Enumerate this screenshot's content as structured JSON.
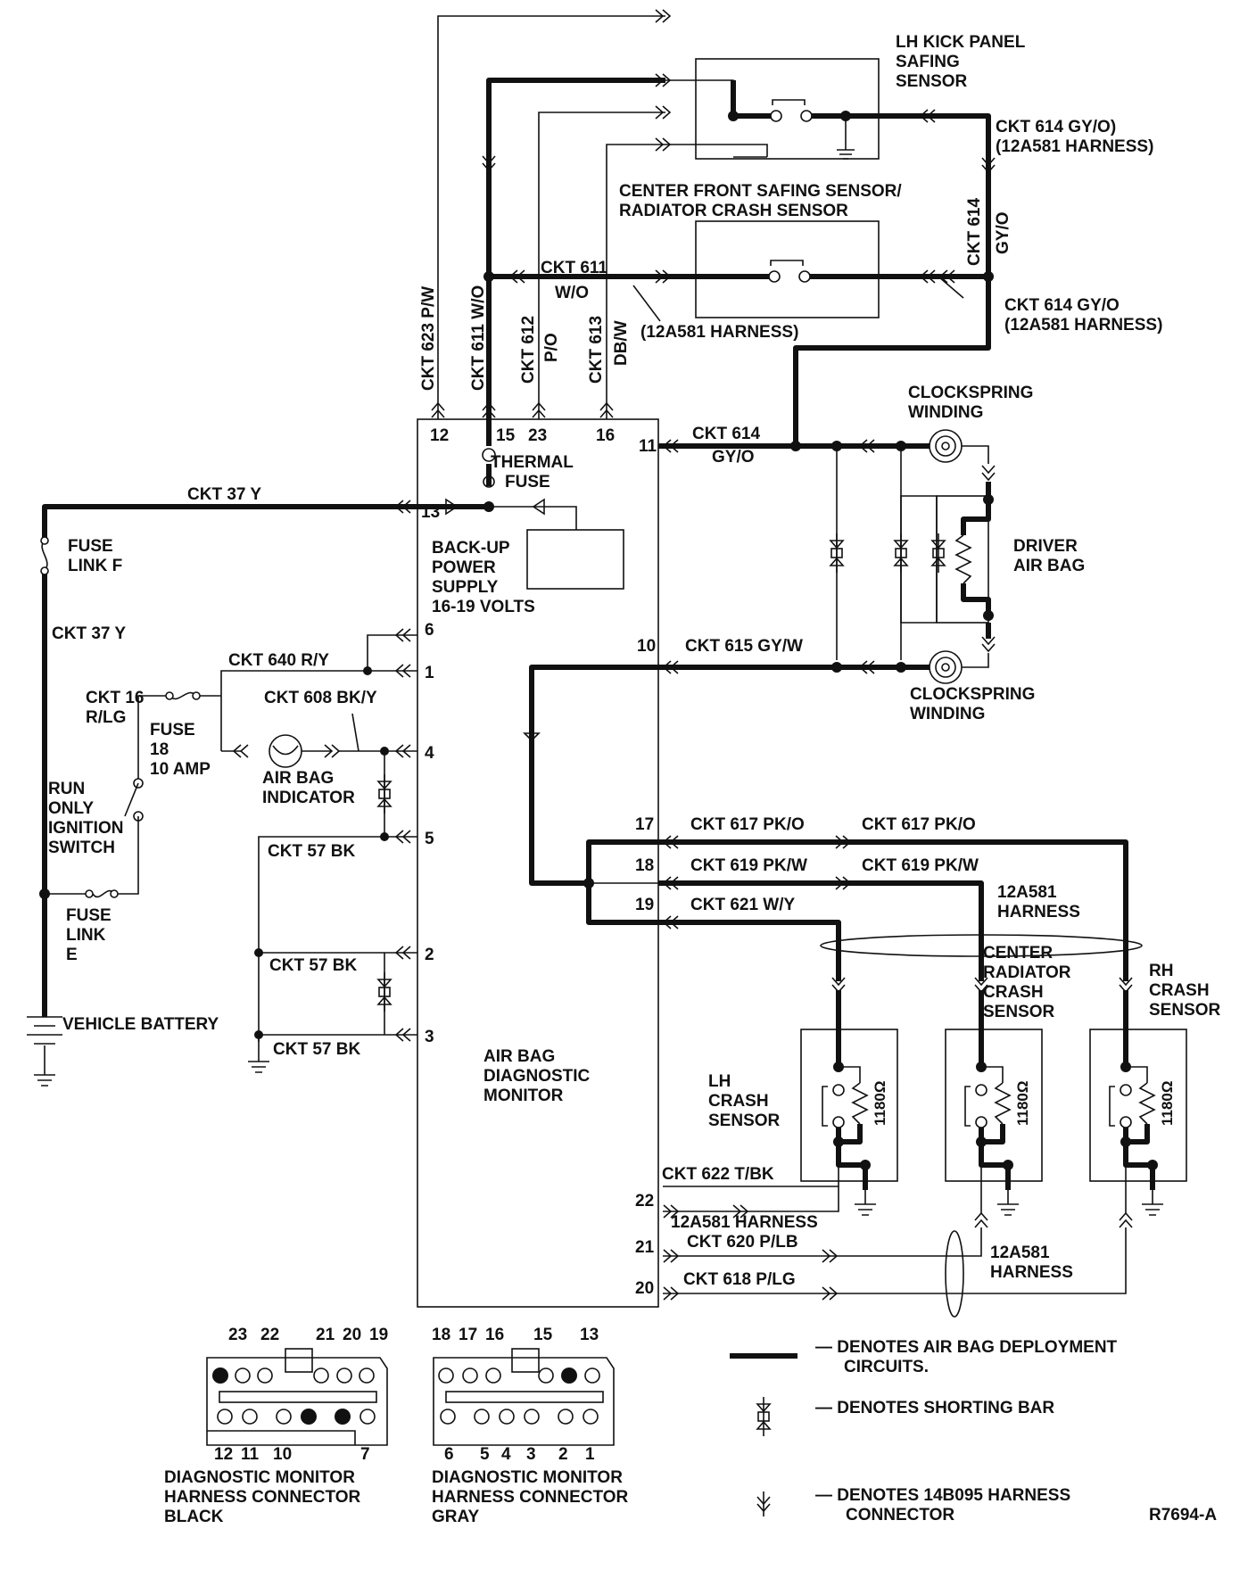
{
  "figure_id": "R7694-A",
  "colors": {
    "wire": "#111111",
    "background": "#ffffff"
  },
  "sensors": {
    "lh_kick_panel": [
      "LH KICK PANEL",
      "SAFING",
      "SENSOR"
    ],
    "center_front": [
      "CENTER FRONT SAFING SENSOR/",
      "RADIATOR CRASH SENSOR"
    ],
    "clockspring_top": [
      "CLOCKSPRING",
      "WINDING"
    ],
    "clockspring_bottom": [
      "CLOCKSPRING",
      "WINDING"
    ],
    "driver_air_bag": [
      "DRIVER",
      "AIR BAG"
    ],
    "lh_crash": [
      "LH",
      "CRASH",
      "SENSOR"
    ],
    "center_radiator": [
      "CENTER",
      "RADIATOR",
      "CRASH",
      "SENSOR"
    ],
    "rh_crash": [
      "RH",
      "CRASH",
      "SENSOR"
    ],
    "resistor_value": "1180Ω"
  },
  "circuits": {
    "ckt614_gyo_top": [
      "CKT 614 GY/O)",
      "(12A581 HARNESS)"
    ],
    "ckt614_vertical": [
      "CKT 614",
      "GY/O"
    ],
    "ckt614_gyo_mid": [
      "CKT 614 GY/O",
      "(12A581 HARNESS)"
    ],
    "ckt611": [
      "CKT 611",
      "W/O"
    ],
    "harness_12a581_paren": "(12A581 HARNESS)",
    "ckt623": "CKT 623 P/W",
    "ckt611_vertical": "CKT 611 W/O",
    "ckt612": [
      "CKT 612",
      "P/O"
    ],
    "ckt613": [
      "CKT 613",
      "DB/W"
    ],
    "ckt614_pin11": [
      "CKT 614",
      "GY/O"
    ],
    "ckt615": "CKT 615 GY/W",
    "ckt37_top": "CKT 37 Y",
    "ckt37_left": "CKT 37 Y",
    "ckt640": "CKT 640 R/Y",
    "ckt608": "CKT 608 BK/Y",
    "ckt16": [
      "CKT 16",
      "R/LG"
    ],
    "ckt57_a": "CKT 57 BK",
    "ckt57_b": "CKT 57 BK",
    "ckt57_c": "CKT 57 BK",
    "ckt617_a": "CKT 617 PK/O",
    "ckt617_b": "CKT 617 PK/O",
    "ckt619_a": "CKT 619 PK/W",
    "ckt619_b": "CKT 619 PK/W",
    "ckt621": "CKT 621 W/Y",
    "ckt622": "CKT 622 T/BK",
    "harness_12a581_a": "12A581 HARNESS",
    "ckt620": "CKT 620 P/LB",
    "ckt618": "CKT 618 P/LG",
    "harness_12a581_b": [
      "12A581",
      "HARNESS"
    ],
    "harness_12a581_c": [
      "12A581",
      "HARNESS"
    ]
  },
  "power": {
    "thermal_fuse": [
      "THERMAL",
      "FUSE"
    ],
    "backup_supply": [
      "BACK-UP",
      "POWER",
      "SUPPLY",
      "16-19 VOLTS"
    ],
    "fuse_link_f": [
      "FUSE",
      "LINK F"
    ],
    "fuse_18": [
      "FUSE",
      "18",
      "10 AMP"
    ],
    "ignition_switch": [
      "RUN",
      "ONLY",
      "IGNITION",
      "SWITCH"
    ],
    "fuse_link_e": [
      "FUSE",
      "LINK",
      "E"
    ],
    "battery": "VEHICLE BATTERY",
    "indicator": [
      "AIR BAG",
      "INDICATOR"
    ]
  },
  "monitor": {
    "title": [
      "AIR BAG",
      "DIAGNOSTIC",
      "MONITOR"
    ],
    "pins": {
      "p12": "12",
      "p15": "15",
      "p23": "23",
      "p16": "16",
      "p11": "11",
      "p13": "13",
      "p6": "6",
      "p1": "1",
      "p4": "4",
      "p5": "5",
      "p2": "2",
      "p3": "3",
      "p10": "10",
      "p17": "17",
      "p18": "18",
      "p19": "19",
      "p22": "22",
      "p21": "21",
      "p20": "20"
    }
  },
  "connectors": {
    "black": {
      "top_labels": [
        "23",
        "22",
        "21",
        "20",
        "19"
      ],
      "bottom_labels": [
        "12",
        "11",
        "10",
        "7"
      ],
      "caption": [
        "DIAGNOSTIC MONITOR",
        "HARNESS CONNECTOR",
        "BLACK"
      ]
    },
    "gray": {
      "top_labels": [
        "18",
        "17",
        "16",
        "15",
        "13"
      ],
      "bottom_labels": [
        "6",
        "5",
        "4",
        "3",
        "2",
        "1"
      ],
      "caption": [
        "DIAGNOSTIC MONITOR",
        "HARNESS CONNECTOR",
        "GRAY"
      ]
    }
  },
  "legend": {
    "deployment": [
      "— DENOTES AIR BAG DEPLOYMENT",
      "CIRCUITS."
    ],
    "shorting_bar": "— DENOTES SHORTING BAR",
    "harness_connector": [
      "— DENOTES 14B095 HARNESS",
      "CONNECTOR"
    ]
  }
}
